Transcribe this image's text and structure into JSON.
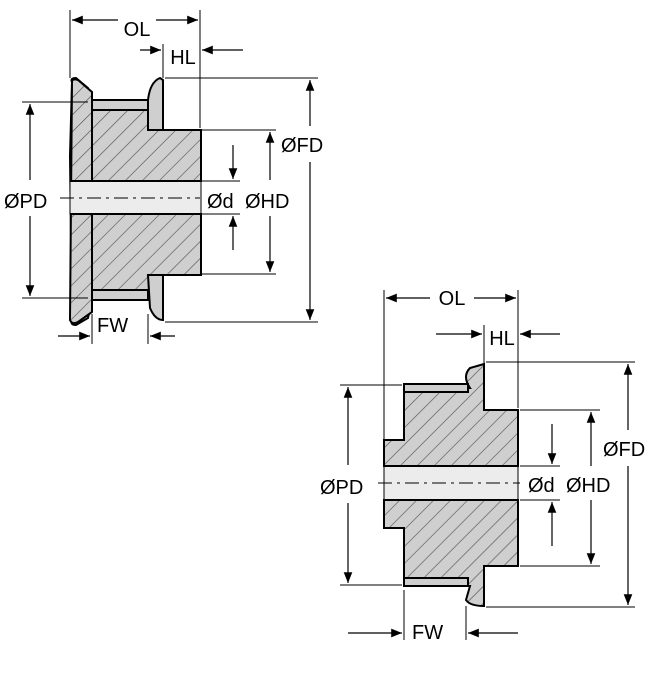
{
  "diagrams": [
    {
      "id": "pulley-flanged-top-left",
      "labels": {
        "ol": "OL",
        "hl": "HL",
        "fd": "ØFD",
        "pd": "ØPD",
        "d": "Ød",
        "hd": "ØHD",
        "fw": "FW"
      }
    },
    {
      "id": "pulley-single-flange-bottom-right",
      "labels": {
        "ol": "OL",
        "hl": "HL",
        "fd": "ØFD",
        "pd": "ØPD",
        "d": "Ød",
        "hd": "ØHD",
        "fw": "FW"
      }
    }
  ],
  "colors": {
    "ink": "#000000",
    "metal": "#cfcfcf",
    "bore": "#ececec",
    "hatch": "#555555"
  }
}
